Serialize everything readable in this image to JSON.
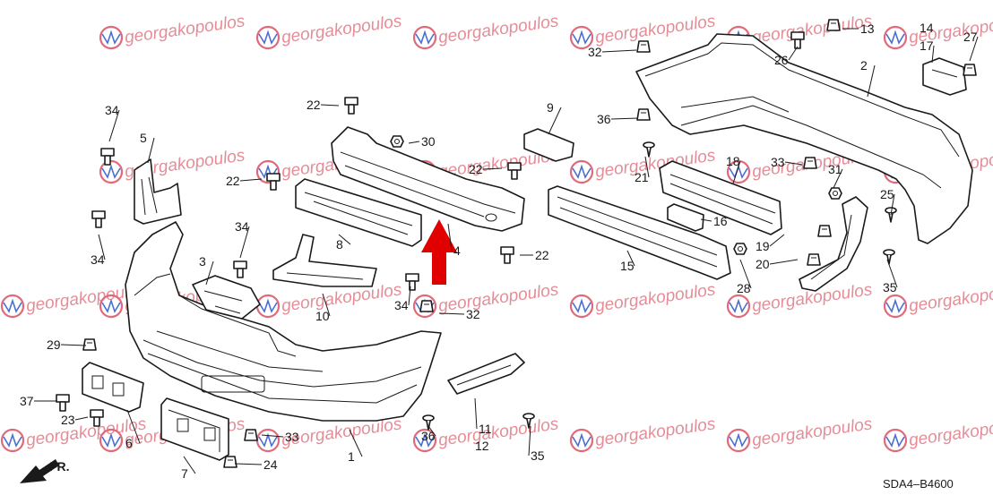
{
  "diagram": {
    "code": "SDA4–B4600",
    "direction_label": "FR.",
    "watermark": "georgakopoulos"
  },
  "callouts": [
    "1",
    "2",
    "3",
    "4",
    "5",
    "6",
    "7",
    "8",
    "9",
    "10",
    "11",
    "12",
    "13",
    "14",
    "15",
    "16",
    "17",
    "18",
    "19",
    "20",
    "21",
    "22",
    "22",
    "22",
    "22",
    "23",
    "24",
    "25",
    "26",
    "27",
    "28",
    "29",
    "30",
    "31",
    "32",
    "32",
    "33",
    "33",
    "34",
    "34",
    "34",
    "34",
    "35",
    "35",
    "36",
    "36",
    "37"
  ],
  "colors": {
    "arrow": "#e00000",
    "watermark_text": "#e07a86",
    "watermark_logo": "#4a6fd0"
  }
}
